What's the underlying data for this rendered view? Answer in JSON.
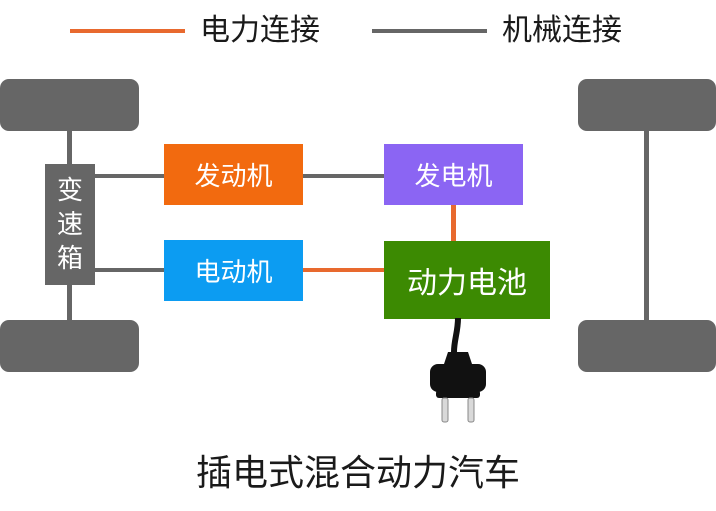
{
  "legend": {
    "electric_label": "电力连接",
    "mechanical_label": "机械连接",
    "electric_color": "#E8692E",
    "mechanical_color": "#666666"
  },
  "components": {
    "gearbox_chars": [
      "变",
      "速",
      "箱"
    ],
    "engine": "发动机",
    "generator": "发电机",
    "motor": "电动机",
    "battery": "动力电池"
  },
  "colors": {
    "engine": "#F26A0F",
    "generator": "#8B65F3",
    "motor": "#0C9CF2",
    "battery": "#3C8A02",
    "wheel": "#666666",
    "plug": "#111111"
  },
  "icons": {
    "plug": "plug-icon"
  },
  "caption": "插电式混合动力汽车"
}
